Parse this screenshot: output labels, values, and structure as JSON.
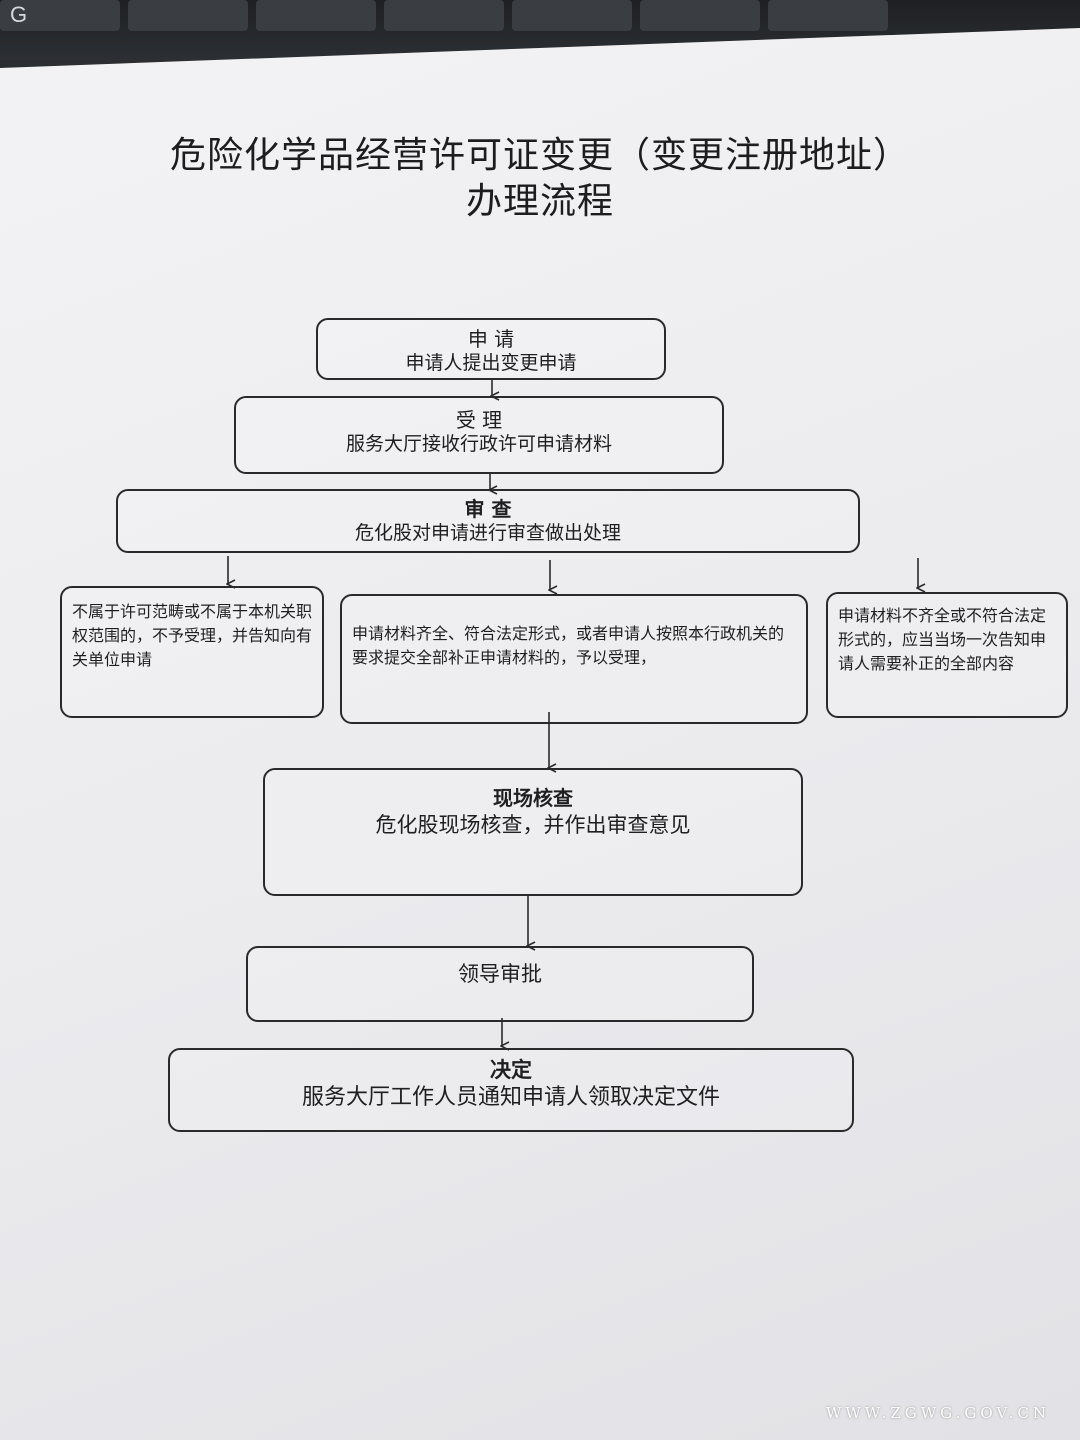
{
  "keyboard": {
    "key_letter": "G"
  },
  "title": {
    "line1": "危险化学品经营许可证变更（变更注册地址）",
    "line2": "办理流程"
  },
  "steps": {
    "apply": {
      "title": "申  请",
      "text": "申请人提出变更申请"
    },
    "accept": {
      "title": "受  理",
      "text": "服务大厅接收行政许可申请材料"
    },
    "review": {
      "title": "审  查",
      "text": "危化股对申请进行审查做出处理"
    },
    "reject": {
      "text": "不属于许可范畴或不属于本机关职权范围的，不予受理，并告知向有关单位申请"
    },
    "accept_full": {
      "text": "申请材料齐全、符合法定形式，或者申请人按照本行政机关的要求提交全部补正申请材料的，予以受理，"
    },
    "supplement": {
      "text": "申请材料不齐全或不符合法定形式的，应当当场一次告知申请人需要补正的全部内容"
    },
    "site_check": {
      "title": "现场核查",
      "text": "危化股现场核查，并作出审查意见"
    },
    "leader": {
      "title": "领导审批"
    },
    "decision": {
      "title": "决定",
      "text": "服务大厅工作人员通知申请人领取决定文件"
    }
  },
  "watermark": "WWW.ZGWG.GOV.CN"
}
